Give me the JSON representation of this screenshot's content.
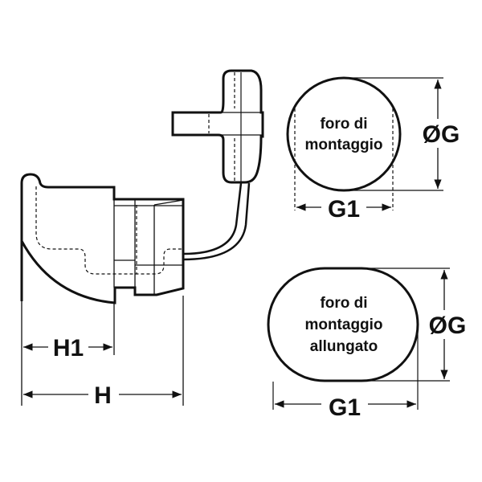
{
  "labels": {
    "h1": "H1",
    "h": "H",
    "round_hole": {
      "line1": "foro di",
      "line2": "montaggio"
    },
    "round_diameter": "ØG",
    "round_width": "G1",
    "slot_hole": {
      "line1": "foro di",
      "line2": "montaggio",
      "line3": "allungato"
    },
    "slot_diameter": "ØG",
    "slot_width": "G1"
  },
  "colors": {
    "line": "#111111",
    "background": "#ffffff"
  }
}
